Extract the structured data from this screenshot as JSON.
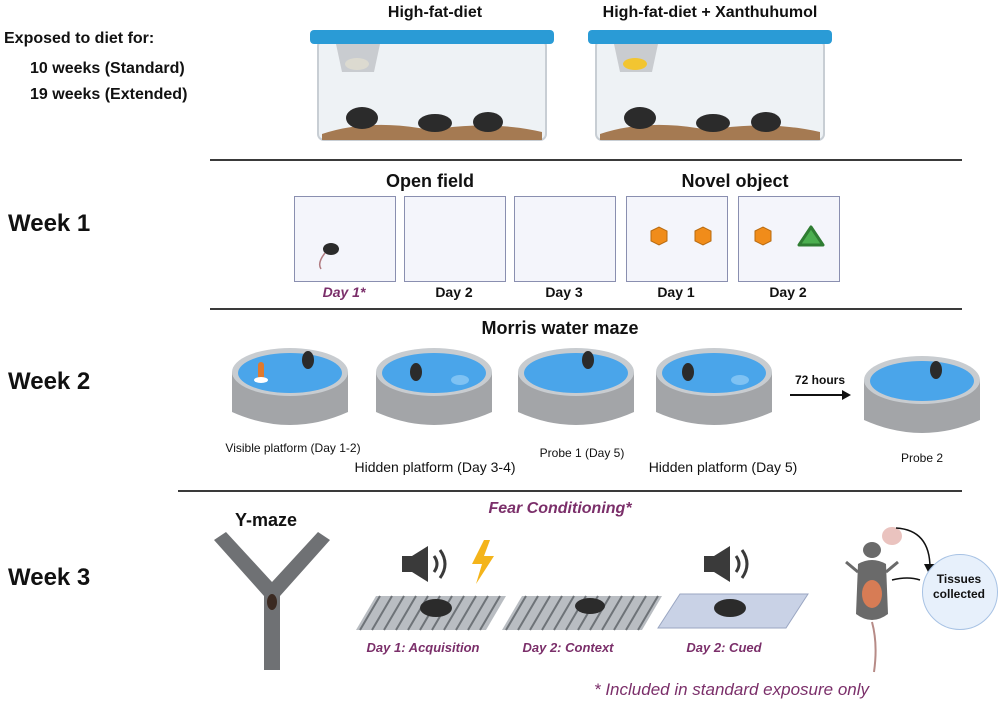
{
  "exposure": {
    "heading": "Exposed to diet for:",
    "standard": "10 weeks (Standard)",
    "extended": "19 weeks (Extended)"
  },
  "cages": [
    {
      "label": "High-fat-diet",
      "food_color": "#dcdad0"
    },
    {
      "label": "High-fat-diet + Xanthuhumol",
      "food_color": "#f2c531"
    }
  ],
  "week1": {
    "title": "Week 1",
    "open_field_title": "Open field",
    "novel_object_title": "Novel object",
    "days": [
      "Day 1*",
      "Day 2",
      "Day 3",
      "Day 1",
      "Day 2"
    ]
  },
  "week2": {
    "title": "Week 2",
    "maze_title": "Morris water maze",
    "labels": [
      "Visible platform (Day 1-2)",
      "Hidden platform (Day 3-4)",
      "Probe 1 (Day 5)",
      "Hidden platform (Day 5)",
      "Probe 2"
    ],
    "gap": "72 hours"
  },
  "week3": {
    "title": "Week 3",
    "ymaze_title": "Y-maze",
    "fear_title": "Fear Conditioning*",
    "steps": [
      "Day 1: Acquisition",
      "Day 2: Context",
      "Day 2: Cued"
    ],
    "tissues": "Tissues collected",
    "footnote": "* Included in standard exposure only"
  },
  "colors": {
    "lid": "#2a9bd6",
    "water": "#4aa5ea",
    "object": "#f08c1a",
    "object2": "#4caf50",
    "accent": "#7b2f6a"
  }
}
